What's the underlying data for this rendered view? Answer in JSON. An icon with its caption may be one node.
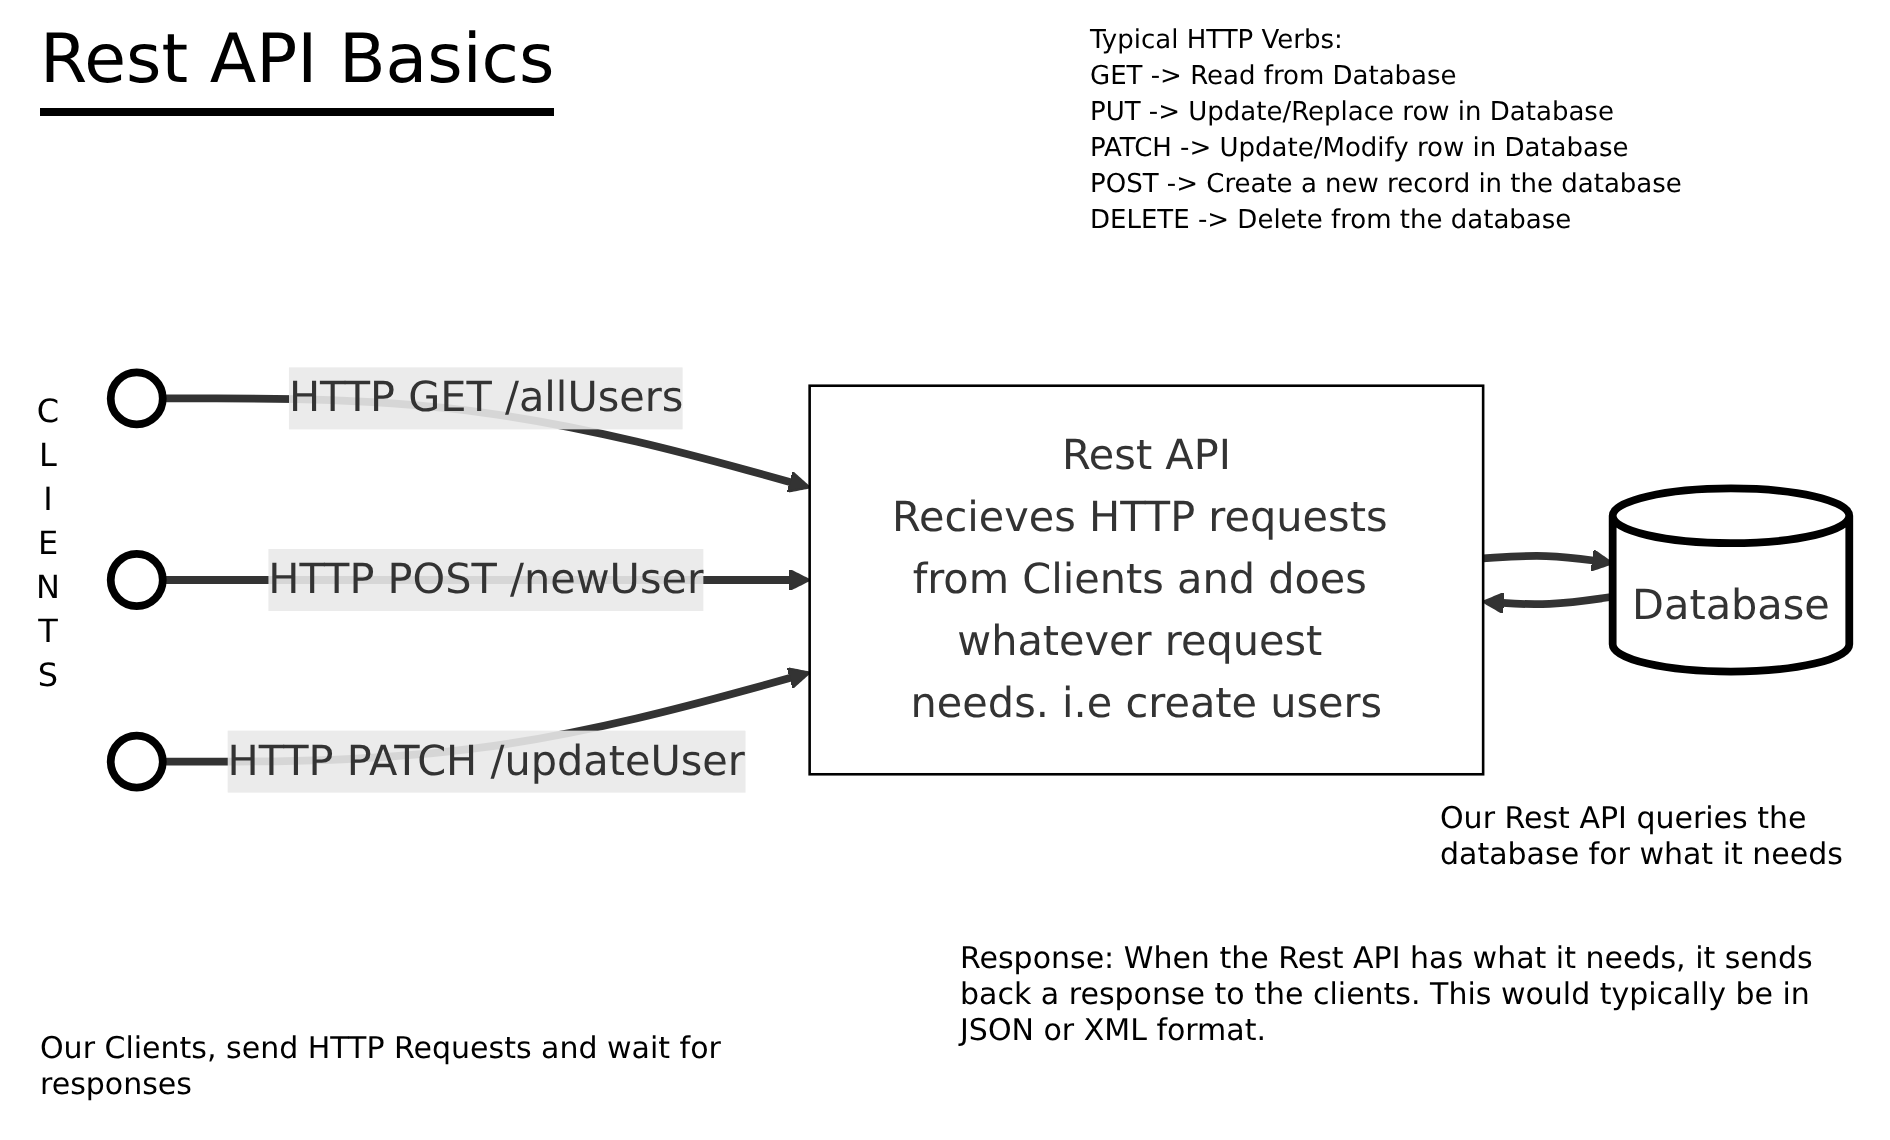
{
  "diagram": {
    "title": "Rest API Basics",
    "nodes": [
      {
        "text": [],
        "shape": "person"
      },
      {
        "text": [],
        "shape": "person"
      },
      {
        "text": [],
        "shape": "person"
      },
      {
        "text": [
          "Rest API",
          "Recieves HTTP requests from Clients and does whatever request needs. i.e create users"
        ]
      },
      {
        "text": [
          "Database"
        ]
      }
    ],
    "edges": [
      {
        "from": 0,
        "to": 3,
        "arrow": "to",
        "label": "HTTP GET /allUsers"
      },
      {
        "from": 1,
        "to": 3,
        "arrow": "to",
        "label": "HTTP POST /newUser"
      },
      {
        "from": 2,
        "to": 3,
        "arrow": "to",
        "label": "HTTP PATCH /updateUser"
      },
      {
        "from": 3,
        "to": 4,
        "arrow": "to"
      },
      {
        "from": 4,
        "to": 3,
        "arrow": "to"
      }
    ],
    "labels": [
      "Typical HTTP Verbs:",
      "GET -> Read from Database",
      "PUT -> Update/Replace row in Database",
      "PATCH -> Update/Modify row in Database",
      "POST -> Create a new record in the database",
      "DELETE -> Delete from the database",
      "Our Rest API queries the database for what it needs",
      "CLIENTS",
      "Our Clients, send HTTP Requests and wait for responses",
      "Response: When the Rest API has what it needs, it sends back a response to the clients. This would typically be in JSON or XML format."
    ]
  }
}
